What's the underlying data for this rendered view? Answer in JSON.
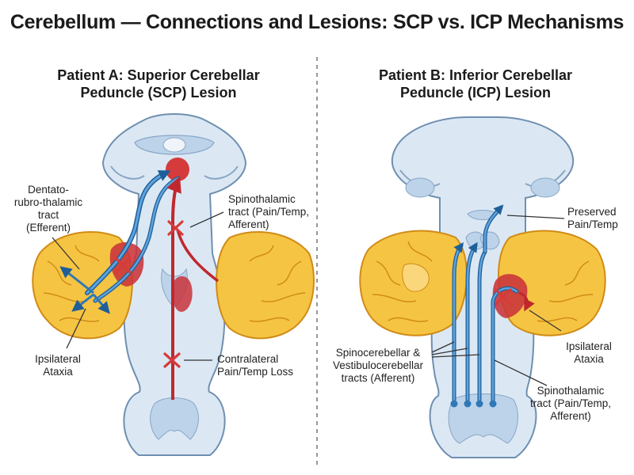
{
  "title": "Cerebellum — Connections and Lesions: SCP vs. ICP Mechanisms",
  "panel_a": {
    "title_line1": "Patient A: Superior Cerebellar",
    "title_line2": "Peduncle (SCP) Lesion",
    "label_drt": [
      "Dentato-",
      "rubro-thalamic",
      "tract",
      "(Efferent)"
    ],
    "label_stt": [
      "Spinothalamic",
      "tract (Pain/Temp,",
      "Afferent)"
    ],
    "label_ataxia": [
      "Ipsilateral",
      "Ataxia"
    ],
    "label_loss": [
      "Contralateral",
      "Pain/Temp Loss"
    ]
  },
  "panel_b": {
    "title_line1": "Patient B: Inferior Cerebellar",
    "title_line2": "Peduncle (ICP) Lesion",
    "label_preserved": [
      "Preserved",
      "Pain/Temp"
    ],
    "label_afferent": [
      "Spinocerebellar &",
      "Vestibulocerebellar",
      "tracts (Afferent)"
    ],
    "label_ataxia": [
      "Ipsilateral",
      "Ataxia"
    ],
    "label_stt": [
      "Spinothalamic",
      "tract (Pain/Temp,",
      "Afferent)"
    ]
  },
  "colors": {
    "brainstem": "#dbe8f4",
    "brainstem_outline": "#6f8fb0",
    "cerebellum": "#f6c443",
    "cerebellum_outline": "#d08b17",
    "tract_blue": "#2f78b8",
    "tract_red": "#d53b3b",
    "lesion": "#c9333a"
  },
  "icons": [
    "x-lesion-marker-icon",
    "arrow-head-icon"
  ]
}
